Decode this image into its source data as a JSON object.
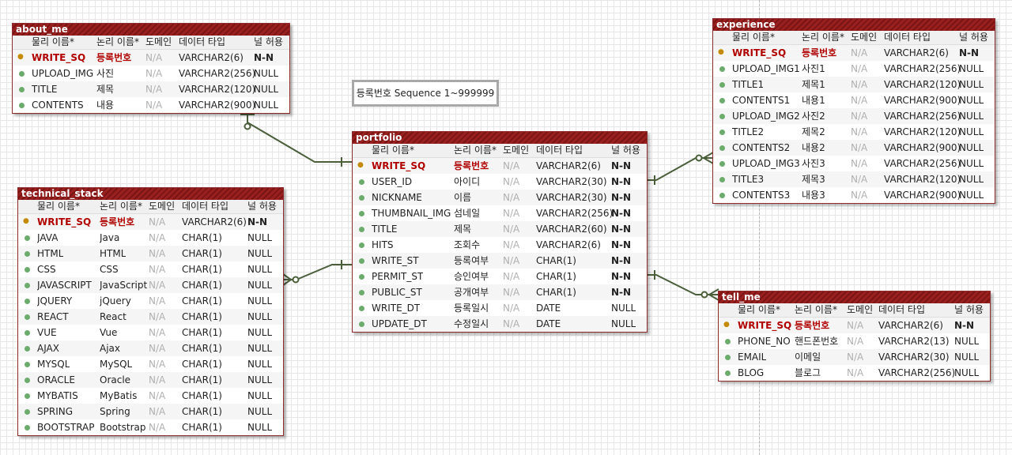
{
  "columns": [
    "물리 이름*",
    "논리 이름*",
    "도메인",
    "데이터 타입",
    "널 허용"
  ],
  "note": "등록번호 Sequence 1~999999",
  "entities": {
    "about_me": {
      "name": "about_me",
      "rows": [
        {
          "phys": "WRITE_SQ",
          "log": "등록번호",
          "dom": "N/A",
          "type": "VARCHAR2(6)",
          "nul": "N-N",
          "pk": true
        },
        {
          "phys": "UPLOAD_IMG",
          "log": "사진",
          "dom": "N/A",
          "type": "VARCHAR2(256)",
          "nul": "NULL"
        },
        {
          "phys": "TITLE",
          "log": "제목",
          "dom": "N/A",
          "type": "VARCHAR2(120)",
          "nul": "NULL"
        },
        {
          "phys": "CONTENTS",
          "log": "내용",
          "dom": "N/A",
          "type": "VARCHAR2(900)",
          "nul": "NULL"
        }
      ]
    },
    "experience": {
      "name": "experience",
      "rows": [
        {
          "phys": "WRITE_SQ",
          "log": "등록번호",
          "dom": "N/A",
          "type": "VARCHAR2(6)",
          "nul": "N-N",
          "pk": true
        },
        {
          "phys": "UPLOAD_IMG1",
          "log": "사진1",
          "dom": "N/A",
          "type": "VARCHAR2(256)",
          "nul": "NULL"
        },
        {
          "phys": "TITLE1",
          "log": "제목1",
          "dom": "N/A",
          "type": "VARCHAR2(120)",
          "nul": "NULL"
        },
        {
          "phys": "CONTENTS1",
          "log": "내용1",
          "dom": "N/A",
          "type": "VARCHAR2(900)",
          "nul": "NULL"
        },
        {
          "phys": "UPLOAD_IMG2",
          "log": "사진2",
          "dom": "N/A",
          "type": "VARCHAR2(256)",
          "nul": "NULL"
        },
        {
          "phys": "TITLE2",
          "log": "제목2",
          "dom": "N/A",
          "type": "VARCHAR2(120)",
          "nul": "NULL"
        },
        {
          "phys": "CONTENTS2",
          "log": "내용2",
          "dom": "N/A",
          "type": "VARCHAR2(900)",
          "nul": "NULL"
        },
        {
          "phys": "UPLOAD_IMG3",
          "log": "사진3",
          "dom": "N/A",
          "type": "VARCHAR2(256)",
          "nul": "NULL"
        },
        {
          "phys": "TITLE3",
          "log": "제목3",
          "dom": "N/A",
          "type": "VARCHAR2(120)",
          "nul": "NULL"
        },
        {
          "phys": "CONTENTS3",
          "log": "내용3",
          "dom": "N/A",
          "type": "VARCHAR2(900)",
          "nul": "NULL"
        }
      ]
    },
    "portfolio": {
      "name": "portfolio",
      "rows": [
        {
          "phys": "WRITE_SQ",
          "log": "등록번호",
          "dom": "N/A",
          "type": "VARCHAR2(6)",
          "nul": "N-N",
          "pk": true
        },
        {
          "phys": "USER_ID",
          "log": "아이디",
          "dom": "N/A",
          "type": "VARCHAR2(30)",
          "nul": "N-N"
        },
        {
          "phys": "NICKNAME",
          "log": "이름",
          "dom": "N/A",
          "type": "VARCHAR2(30)",
          "nul": "N-N"
        },
        {
          "phys": "THUMBNAIL_IMG",
          "log": "섬네일",
          "dom": "N/A",
          "type": "VARCHAR2(256)",
          "nul": "N-N"
        },
        {
          "phys": "TITLE",
          "log": "제목",
          "dom": "N/A",
          "type": "VARCHAR2(60)",
          "nul": "N-N"
        },
        {
          "phys": "HITS",
          "log": "조회수",
          "dom": "N/A",
          "type": "VARCHAR2(6)",
          "nul": "N-N"
        },
        {
          "phys": "WRITE_ST",
          "log": "등록여부",
          "dom": "N/A",
          "type": "CHAR(1)",
          "nul": "N-N"
        },
        {
          "phys": "PERMIT_ST",
          "log": "승인여부",
          "dom": "N/A",
          "type": "CHAR(1)",
          "nul": "N-N"
        },
        {
          "phys": "PUBLIC_ST",
          "log": "공개여부",
          "dom": "N/A",
          "type": "CHAR(1)",
          "nul": "N-N"
        },
        {
          "phys": "WRITE_DT",
          "log": "등록일시",
          "dom": "N/A",
          "type": "DATE",
          "nul": "NULL"
        },
        {
          "phys": "UPDATE_DT",
          "log": "수정일시",
          "dom": "N/A",
          "type": "DATE",
          "nul": "NULL"
        }
      ]
    },
    "technical_stack": {
      "name": "technical_stack",
      "rows": [
        {
          "phys": "WRITE_SQ",
          "log": "등록번호",
          "dom": "N/A",
          "type": "VARCHAR2(6)",
          "nul": "N-N",
          "pk": true
        },
        {
          "phys": "JAVA",
          "log": "Java",
          "dom": "N/A",
          "type": "CHAR(1)",
          "nul": "NULL"
        },
        {
          "phys": "HTML",
          "log": "HTML",
          "dom": "N/A",
          "type": "CHAR(1)",
          "nul": "NULL"
        },
        {
          "phys": "CSS",
          "log": "CSS",
          "dom": "N/A",
          "type": "CHAR(1)",
          "nul": "NULL"
        },
        {
          "phys": "JAVASCRIPT",
          "log": "JavaScript",
          "dom": "N/A",
          "type": "CHAR(1)",
          "nul": "NULL"
        },
        {
          "phys": "JQUERY",
          "log": "jQuery",
          "dom": "N/A",
          "type": "CHAR(1)",
          "nul": "NULL"
        },
        {
          "phys": "REACT",
          "log": "React",
          "dom": "N/A",
          "type": "CHAR(1)",
          "nul": "NULL"
        },
        {
          "phys": "VUE",
          "log": "Vue",
          "dom": "N/A",
          "type": "CHAR(1)",
          "nul": "NULL"
        },
        {
          "phys": "AJAX",
          "log": "Ajax",
          "dom": "N/A",
          "type": "CHAR(1)",
          "nul": "NULL"
        },
        {
          "phys": "MYSQL",
          "log": "MySQL",
          "dom": "N/A",
          "type": "CHAR(1)",
          "nul": "NULL"
        },
        {
          "phys": "ORACLE",
          "log": "Oracle",
          "dom": "N/A",
          "type": "CHAR(1)",
          "nul": "NULL"
        },
        {
          "phys": "MYBATIS",
          "log": "MyBatis",
          "dom": "N/A",
          "type": "CHAR(1)",
          "nul": "NULL"
        },
        {
          "phys": "SPRING",
          "log": "Spring",
          "dom": "N/A",
          "type": "CHAR(1)",
          "nul": "NULL"
        },
        {
          "phys": "BOOTSTRAP",
          "log": "Bootstrap",
          "dom": "N/A",
          "type": "CHAR(1)",
          "nul": "NULL"
        }
      ]
    },
    "tell_me": {
      "name": "tell_me",
      "rows": [
        {
          "phys": "WRITE_SQ",
          "log": "등록번호",
          "dom": "N/A",
          "type": "VARCHAR2(6)",
          "nul": "N-N",
          "pk": true
        },
        {
          "phys": "PHONE_NO",
          "log": "핸드폰번호",
          "dom": "N/A",
          "type": "VARCHAR2(13)",
          "nul": "NULL"
        },
        {
          "phys": "EMAIL",
          "log": "이메일",
          "dom": "N/A",
          "type": "VARCHAR2(30)",
          "nul": "NULL"
        },
        {
          "phys": "BLOG",
          "log": "블로그",
          "dom": "N/A",
          "type": "VARCHAR2(256)",
          "nul": "NULL"
        }
      ]
    }
  },
  "colors": {
    "title_bg": "#9a1f1f",
    "relation_line": "#4a5e3a",
    "pk_text": "#b00000",
    "attr_icon": "#6bab6b"
  }
}
